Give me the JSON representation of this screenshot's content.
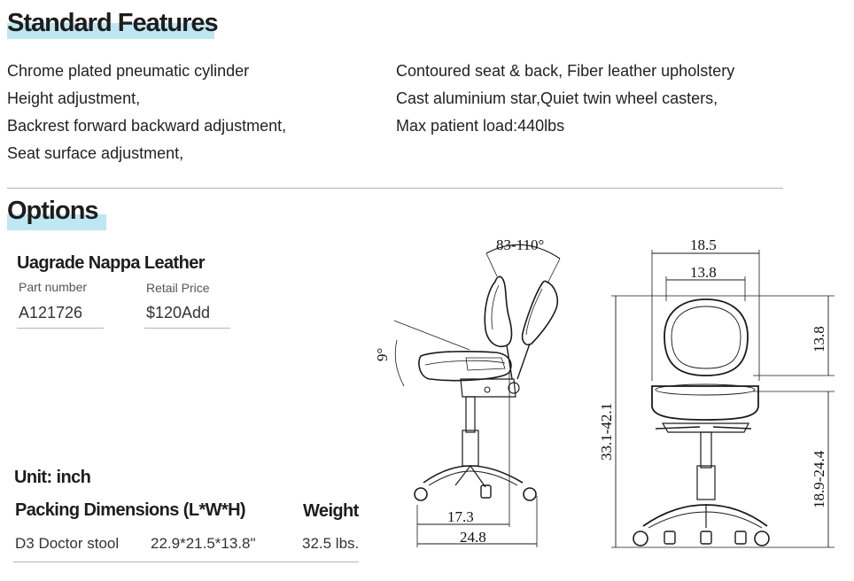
{
  "standard_features": {
    "heading": "Standard Features",
    "left": [
      "Chrome plated pneumatic cylinder",
      "Height adjustment,",
      "Backrest forward backward adjustment,",
      "Seat surface adjustment,"
    ],
    "right": [
      "Contoured seat & back, Fiber leather upholstery",
      "Cast aluminium star,Quiet twin wheel casters,",
      "Max patient load:440lbs"
    ]
  },
  "options": {
    "heading": "Options",
    "item_name": "Uagrade Nappa  Leather",
    "part_label": "Part number",
    "part_value": "A121726",
    "price_label": "Retail Price",
    "price_value": "$120Add"
  },
  "unit": "Unit: inch",
  "packing": {
    "dims_header": "Packing Dimensions (L*W*H)",
    "weight_header": "Weight",
    "model": "D3 Doctor stool",
    "dims": "22.9*21.5*13.8\"",
    "weight": "32.5 lbs."
  },
  "diagram": {
    "side": {
      "angle_back": "83-110°",
      "angle_seat": "9°",
      "seat_depth": "17.3",
      "base_width": "24.8"
    },
    "front": {
      "seat_width": "18.5",
      "back_width": "13.8",
      "back_height": "13.8",
      "total_height": "33.1-42.1",
      "seat_height": "18.9-24.4"
    }
  }
}
